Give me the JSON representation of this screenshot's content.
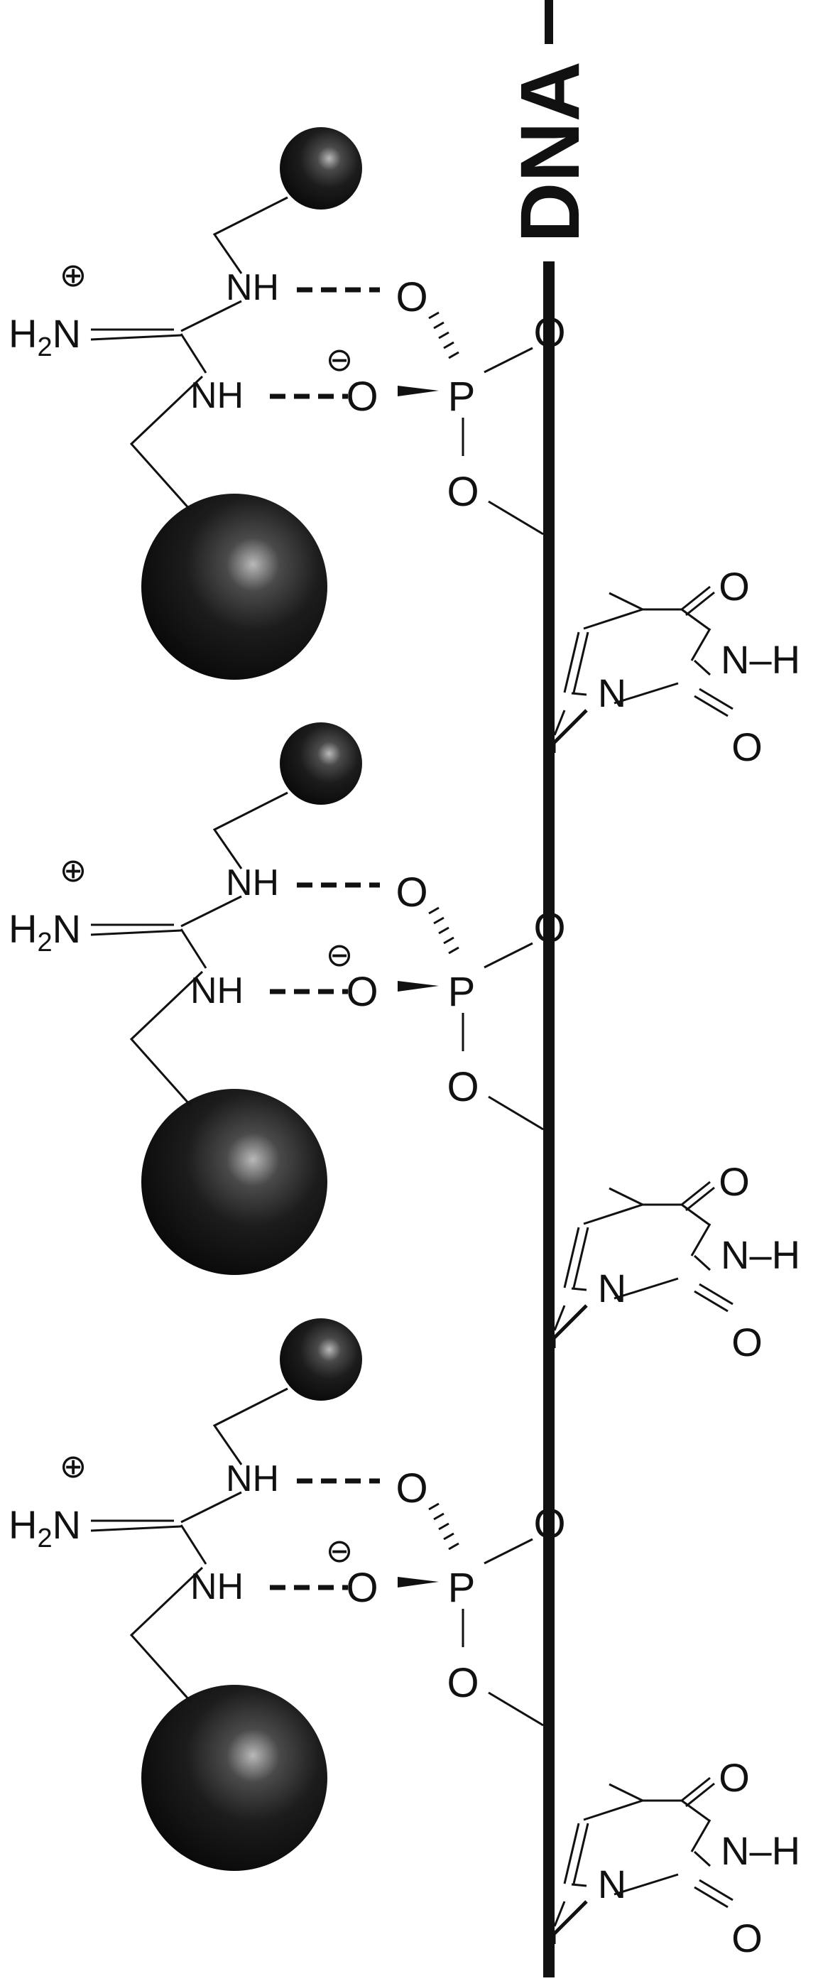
{
  "diagram": {
    "backbone_label": "DNA",
    "colors": {
      "ink": "#111111",
      "sphere_dark": "#1c1c1c",
      "sphere_light": "#b9b9b9",
      "background": "#ffffff"
    },
    "units": [
      {
        "guanidinium": {
          "charge_symbol": "⊕",
          "amine_text": "H2N",
          "nh_top": "NH",
          "nh_bottom": "NH"
        },
        "phosphate": {
          "p": "P",
          "o_top": "O",
          "o_charged": "O",
          "o_charge_symbol": "⊖",
          "o_bottom": "O",
          "o_backbone": "O"
        },
        "base": {
          "n1": "N",
          "nh": "N–H",
          "o_top": "O",
          "o_bottom": "O"
        }
      },
      {
        "guanidinium": {
          "charge_symbol": "⊕",
          "amine_text": "H2N",
          "nh_top": "NH",
          "nh_bottom": "NH"
        },
        "phosphate": {
          "p": "P",
          "o_top": "O",
          "o_charged": "O",
          "o_charge_symbol": "⊖",
          "o_bottom": "O",
          "o_backbone": "O"
        },
        "base": {
          "n1": "N",
          "nh": "N–H",
          "o_top": "O",
          "o_bottom": "O"
        }
      },
      {
        "guanidinium": {
          "charge_symbol": "⊕",
          "amine_text": "H2N",
          "nh_top": "NH",
          "nh_bottom": "NH"
        },
        "phosphate": {
          "p": "P",
          "o_top": "O",
          "o_charged": "O",
          "o_charge_symbol": "⊖",
          "o_bottom": "O",
          "o_backbone": "O"
        },
        "base": {
          "n1": "N",
          "nh": "N–H",
          "o_top": "O",
          "o_bottom": "O"
        }
      }
    ]
  }
}
